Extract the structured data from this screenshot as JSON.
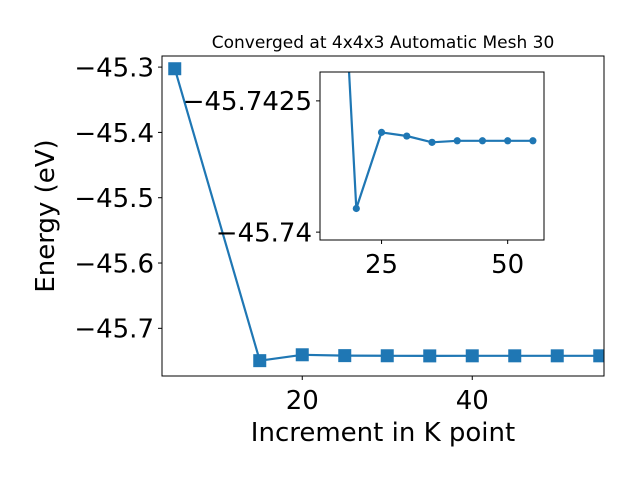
{
  "chart_data": [
    {
      "type": "line",
      "title": "Converged at 4x4x3 Automatic Mesh 30",
      "xlabel": "Increment in K point",
      "ylabel": "Energy (eV)",
      "xlim": [
        3.5,
        55.5
      ],
      "ylim": [
        -45.773,
        -45.283
      ],
      "xticks": [
        20,
        40
      ],
      "yticks": [
        -45.3,
        -45.4,
        -45.5,
        -45.6,
        -45.7
      ],
      "grid": false,
      "color": "#1f77b4",
      "marker": "square",
      "x": [
        5,
        15,
        20,
        25,
        30,
        35,
        40,
        45,
        50,
        55
      ],
      "y": [
        -45.3025,
        -45.7495,
        -45.7405,
        -45.7418,
        -45.742,
        -45.7422,
        -45.7421,
        -45.7421,
        -45.7421,
        -45.7421
      ]
    },
    {
      "type": "line",
      "title": "",
      "xlabel": "",
      "ylabel": "",
      "xlim": [
        12.8,
        57.2
      ],
      "ylim": [
        -45.73985,
        -45.74305
      ],
      "xticks": [
        25,
        50
      ],
      "yticks": [
        -45.7425,
        -45.74
      ],
      "grid": false,
      "color": "#1f77b4",
      "marker": "circle",
      "x": [
        15,
        20,
        25,
        30,
        35,
        40,
        45,
        50,
        55
      ],
      "y": [
        -45.7495,
        -45.74045,
        -45.7419,
        -45.74183,
        -45.74171,
        -45.74174,
        -45.74174,
        -45.74174,
        -45.74174
      ]
    }
  ]
}
